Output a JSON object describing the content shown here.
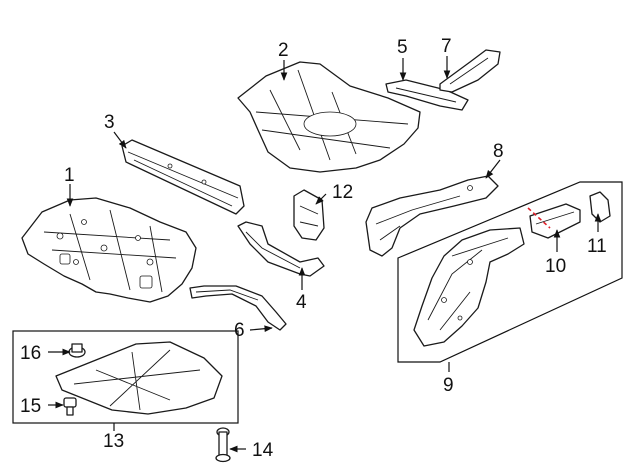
{
  "callouts": {
    "c1": "1",
    "c2": "2",
    "c3": "3",
    "c4": "4",
    "c5": "5",
    "c6": "6",
    "c7": "7",
    "c8": "8",
    "c9": "9",
    "c10": "10",
    "c11": "11",
    "c12": "12",
    "c13": "13",
    "c14": "14",
    "c15": "15",
    "c16": "16"
  },
  "colors": {
    "line": "#1a1a1a",
    "background": "#ffffff",
    "cut_line": "#e0202a"
  }
}
